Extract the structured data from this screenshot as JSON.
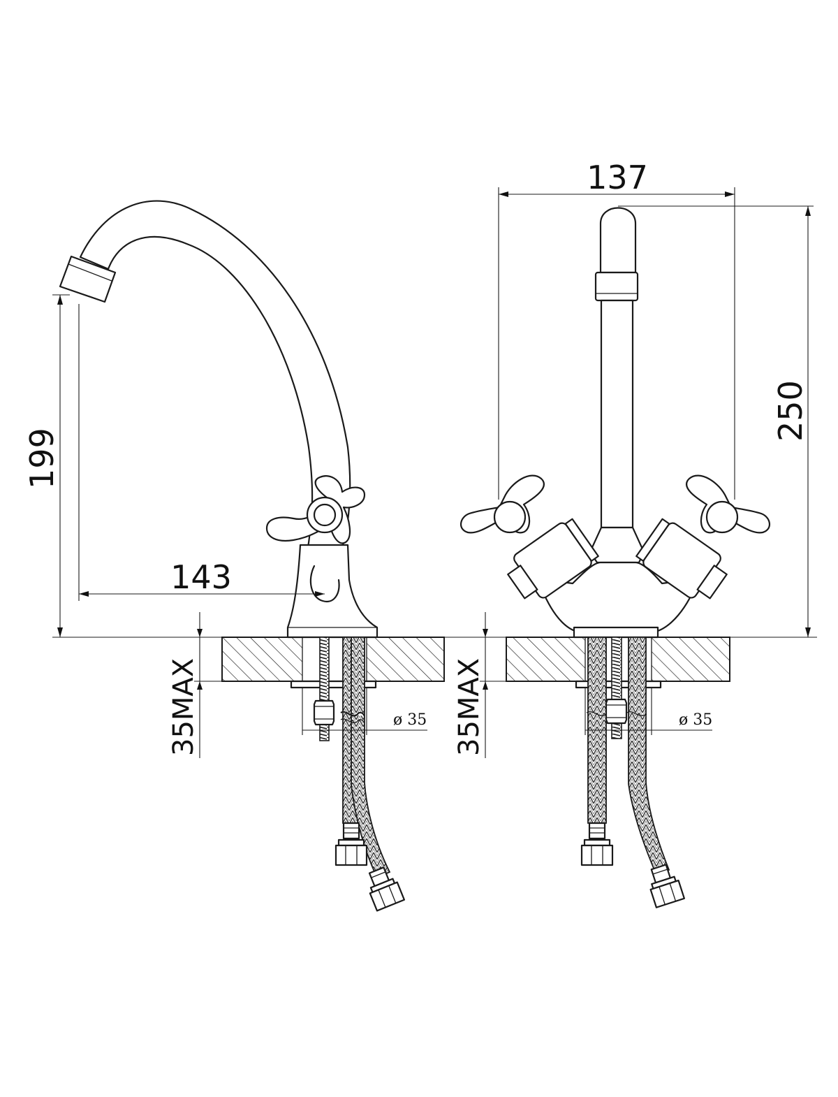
{
  "dimensions": {
    "spout_height": "199",
    "spout_reach": "143",
    "overall_width": "137",
    "overall_height": "250",
    "max_mount_thickness_left": "35MAX",
    "max_mount_thickness_right": "35MAX",
    "hole_diameter_left": "ø 35",
    "hole_diameter_right": "ø 35"
  }
}
